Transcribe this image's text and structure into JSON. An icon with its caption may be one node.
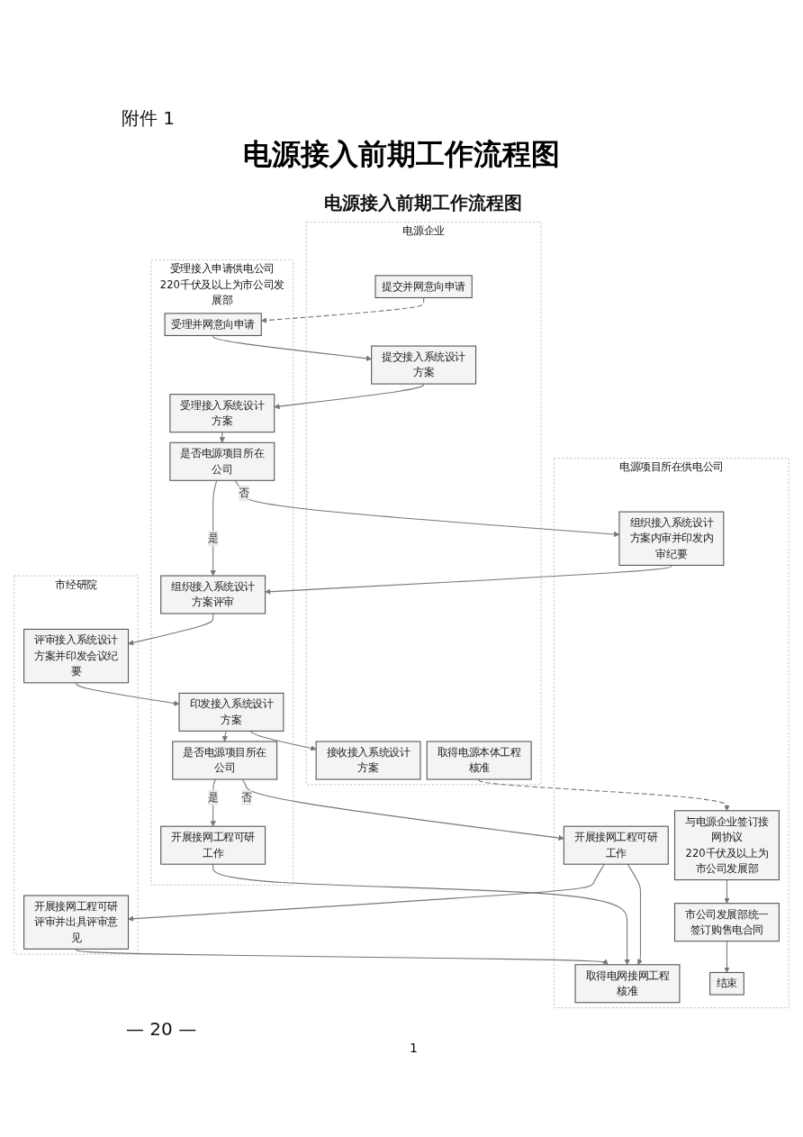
{
  "diagram": {
    "title": "电源接入前期工作流程图",
    "nodes": [
      {
        "text": [
          "电源企业"
        ]
      },
      {
        "text": [
          "受理接入申请供电公司",
          "220千伏及以上为市公司发展部"
        ]
      },
      {
        "text": [
          "电源项目所在供电公司"
        ]
      },
      {
        "text": [
          "市经研院"
        ]
      },
      {
        "text": [
          "提交并网意向申请"
        ],
        "in": 0
      },
      {
        "text": [
          "受理并网意向申请"
        ],
        "in": 1
      },
      {
        "text": [
          "提交接入系统设计方案"
        ],
        "in": 0
      },
      {
        "text": [
          "受理接入系统设计方案"
        ],
        "in": 1
      },
      {
        "text": [
          "是否电源项目所在公司"
        ],
        "in": 1
      },
      {
        "text": [
          "组织接入系统设计方案内审并印发内审纪要"
        ],
        "in": 2
      },
      {
        "text": [
          "组织接入系统设计方案评审"
        ],
        "in": 1
      },
      {
        "text": [
          "评审接入系统设计方案并印发会议纪要"
        ],
        "in": 3
      },
      {
        "text": [
          "接收接入系统设计方案"
        ],
        "in": 0
      },
      {
        "text": [
          "印发接入系统设计方案"
        ],
        "in": 1
      },
      {
        "text": [
          "是否电源项目所在公司"
        ],
        "in": 1
      },
      {
        "text": [
          "开展接网工程可研工作"
        ],
        "in": 2
      },
      {
        "text": [
          "开展接网工程可研评审并出具评审意见"
        ],
        "in": 3
      },
      {
        "text": [
          "开展接网工程可研工作"
        ],
        "in": 1
      },
      {
        "text": [
          "取得电网接网工程核准"
        ],
        "in": 2
      },
      {
        "text": [
          "取得电源本体工程核准"
        ],
        "in": 0
      },
      {
        "text": [
          "与电源企业签订接网协议",
          "220千伏及以上为市公司发展部"
        ],
        "in": 2
      },
      {
        "text": [
          "市公司发展部统一签订购售电合同"
        ],
        "in": 2
      },
      {
        "text": [
          "结束"
        ],
        "in": 2
      }
    ],
    "edges": [
      {
        "from": 4,
        "to": 5,
        "arrow": "to",
        "style": "dashed"
      },
      {
        "from": 5,
        "to": 6,
        "arrow": "to"
      },
      {
        "from": 6,
        "to": 7,
        "arrow": "to"
      },
      {
        "from": 7,
        "to": 8,
        "arrow": "to"
      },
      {
        "from": 8,
        "to": 9,
        "arrow": "to",
        "label": "否"
      },
      {
        "from": 8,
        "to": 10,
        "arrow": "to",
        "label": "是"
      },
      {
        "from": 9,
        "to": 10,
        "arrow": "to"
      },
      {
        "from": 10,
        "to": 11,
        "arrow": "to"
      },
      {
        "from": 11,
        "to": 13,
        "arrow": "to"
      },
      {
        "from": 13,
        "to": 12,
        "arrow": "to"
      },
      {
        "from": 13,
        "to": 14,
        "arrow": "to"
      },
      {
        "from": 14,
        "to": 15,
        "arrow": "to",
        "label": "否"
      },
      {
        "from": 14,
        "to": 17,
        "arrow": "to",
        "label": "是"
      },
      {
        "from": 15,
        "to": 16,
        "arrow": "to"
      },
      {
        "from": 15,
        "to": 18,
        "arrow": "to"
      },
      {
        "from": 17,
        "to": 18,
        "arrow": "to"
      },
      {
        "from": 16,
        "to": 18,
        "arrow": "to"
      },
      {
        "from": 19,
        "to": 20,
        "arrow": "to",
        "style": "dashed"
      },
      {
        "from": 20,
        "to": 21,
        "arrow": "to"
      },
      {
        "from": 21,
        "to": 22,
        "arrow": "to"
      }
    ],
    "labels": [
      "附件 1",
      "电源接入前期工作流程图",
      "— 20 —",
      "1"
    ]
  }
}
